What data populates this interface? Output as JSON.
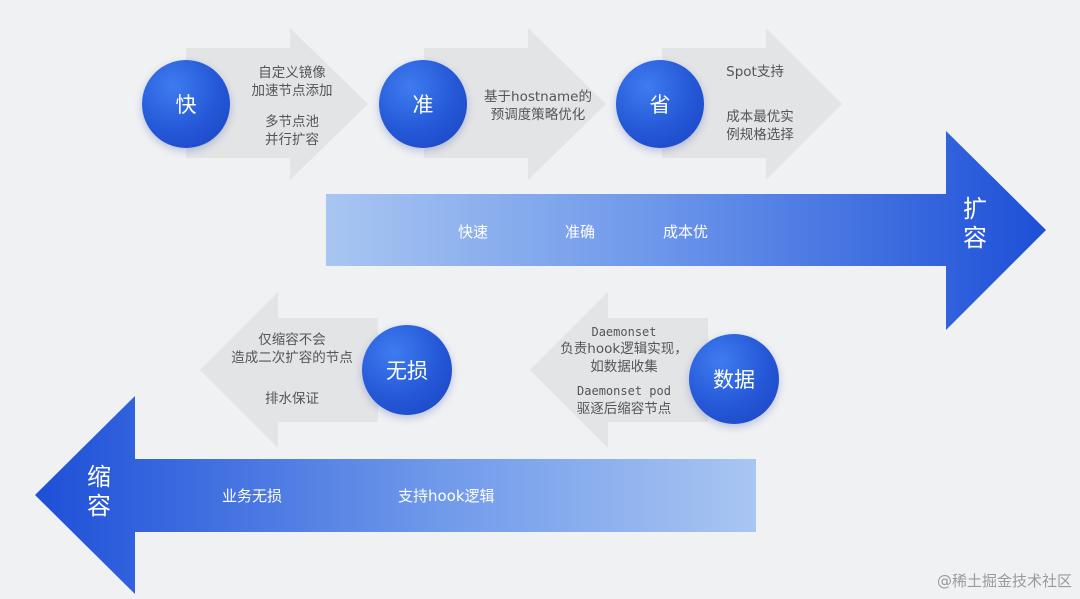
{
  "colors": {
    "background": "#f0f1f3",
    "gray_arrow": "#e3e4e6",
    "circle_blue": "#2457d6",
    "bar_light": "#a9c6f2",
    "bar_dark": "#1d4fd8"
  },
  "expand": {
    "label": "扩容",
    "items": [
      {
        "circle": "快",
        "lines": [
          "自定义镜像",
          "加速节点添加",
          "多节点池",
          "并行扩容"
        ]
      },
      {
        "circle": "准",
        "lines": [
          "基于hostname的",
          "预调度策略优化"
        ]
      },
      {
        "circle": "省",
        "lines": [
          "Spot支持",
          "成本最优实",
          "例规格选择"
        ]
      }
    ],
    "bar_words": [
      "快速",
      "准确",
      "成本优"
    ]
  },
  "shrink": {
    "label": "缩容",
    "items": [
      {
        "circle": "无损",
        "lines": [
          "仅缩容不会",
          "造成二次扩容的节点",
          "排水保证"
        ]
      },
      {
        "circle": "数据",
        "lines": [
          "Daemonset",
          "负责hook逻辑实现，",
          "如数据收集",
          "Daemonset pod",
          "驱逐后缩容节点"
        ]
      }
    ],
    "bar_words": [
      "业务无损",
      "支持hook逻辑"
    ]
  },
  "watermark": "@稀土掘金技术社区",
  "icons": [
    "right-arrow-icon",
    "left-arrow-icon"
  ]
}
